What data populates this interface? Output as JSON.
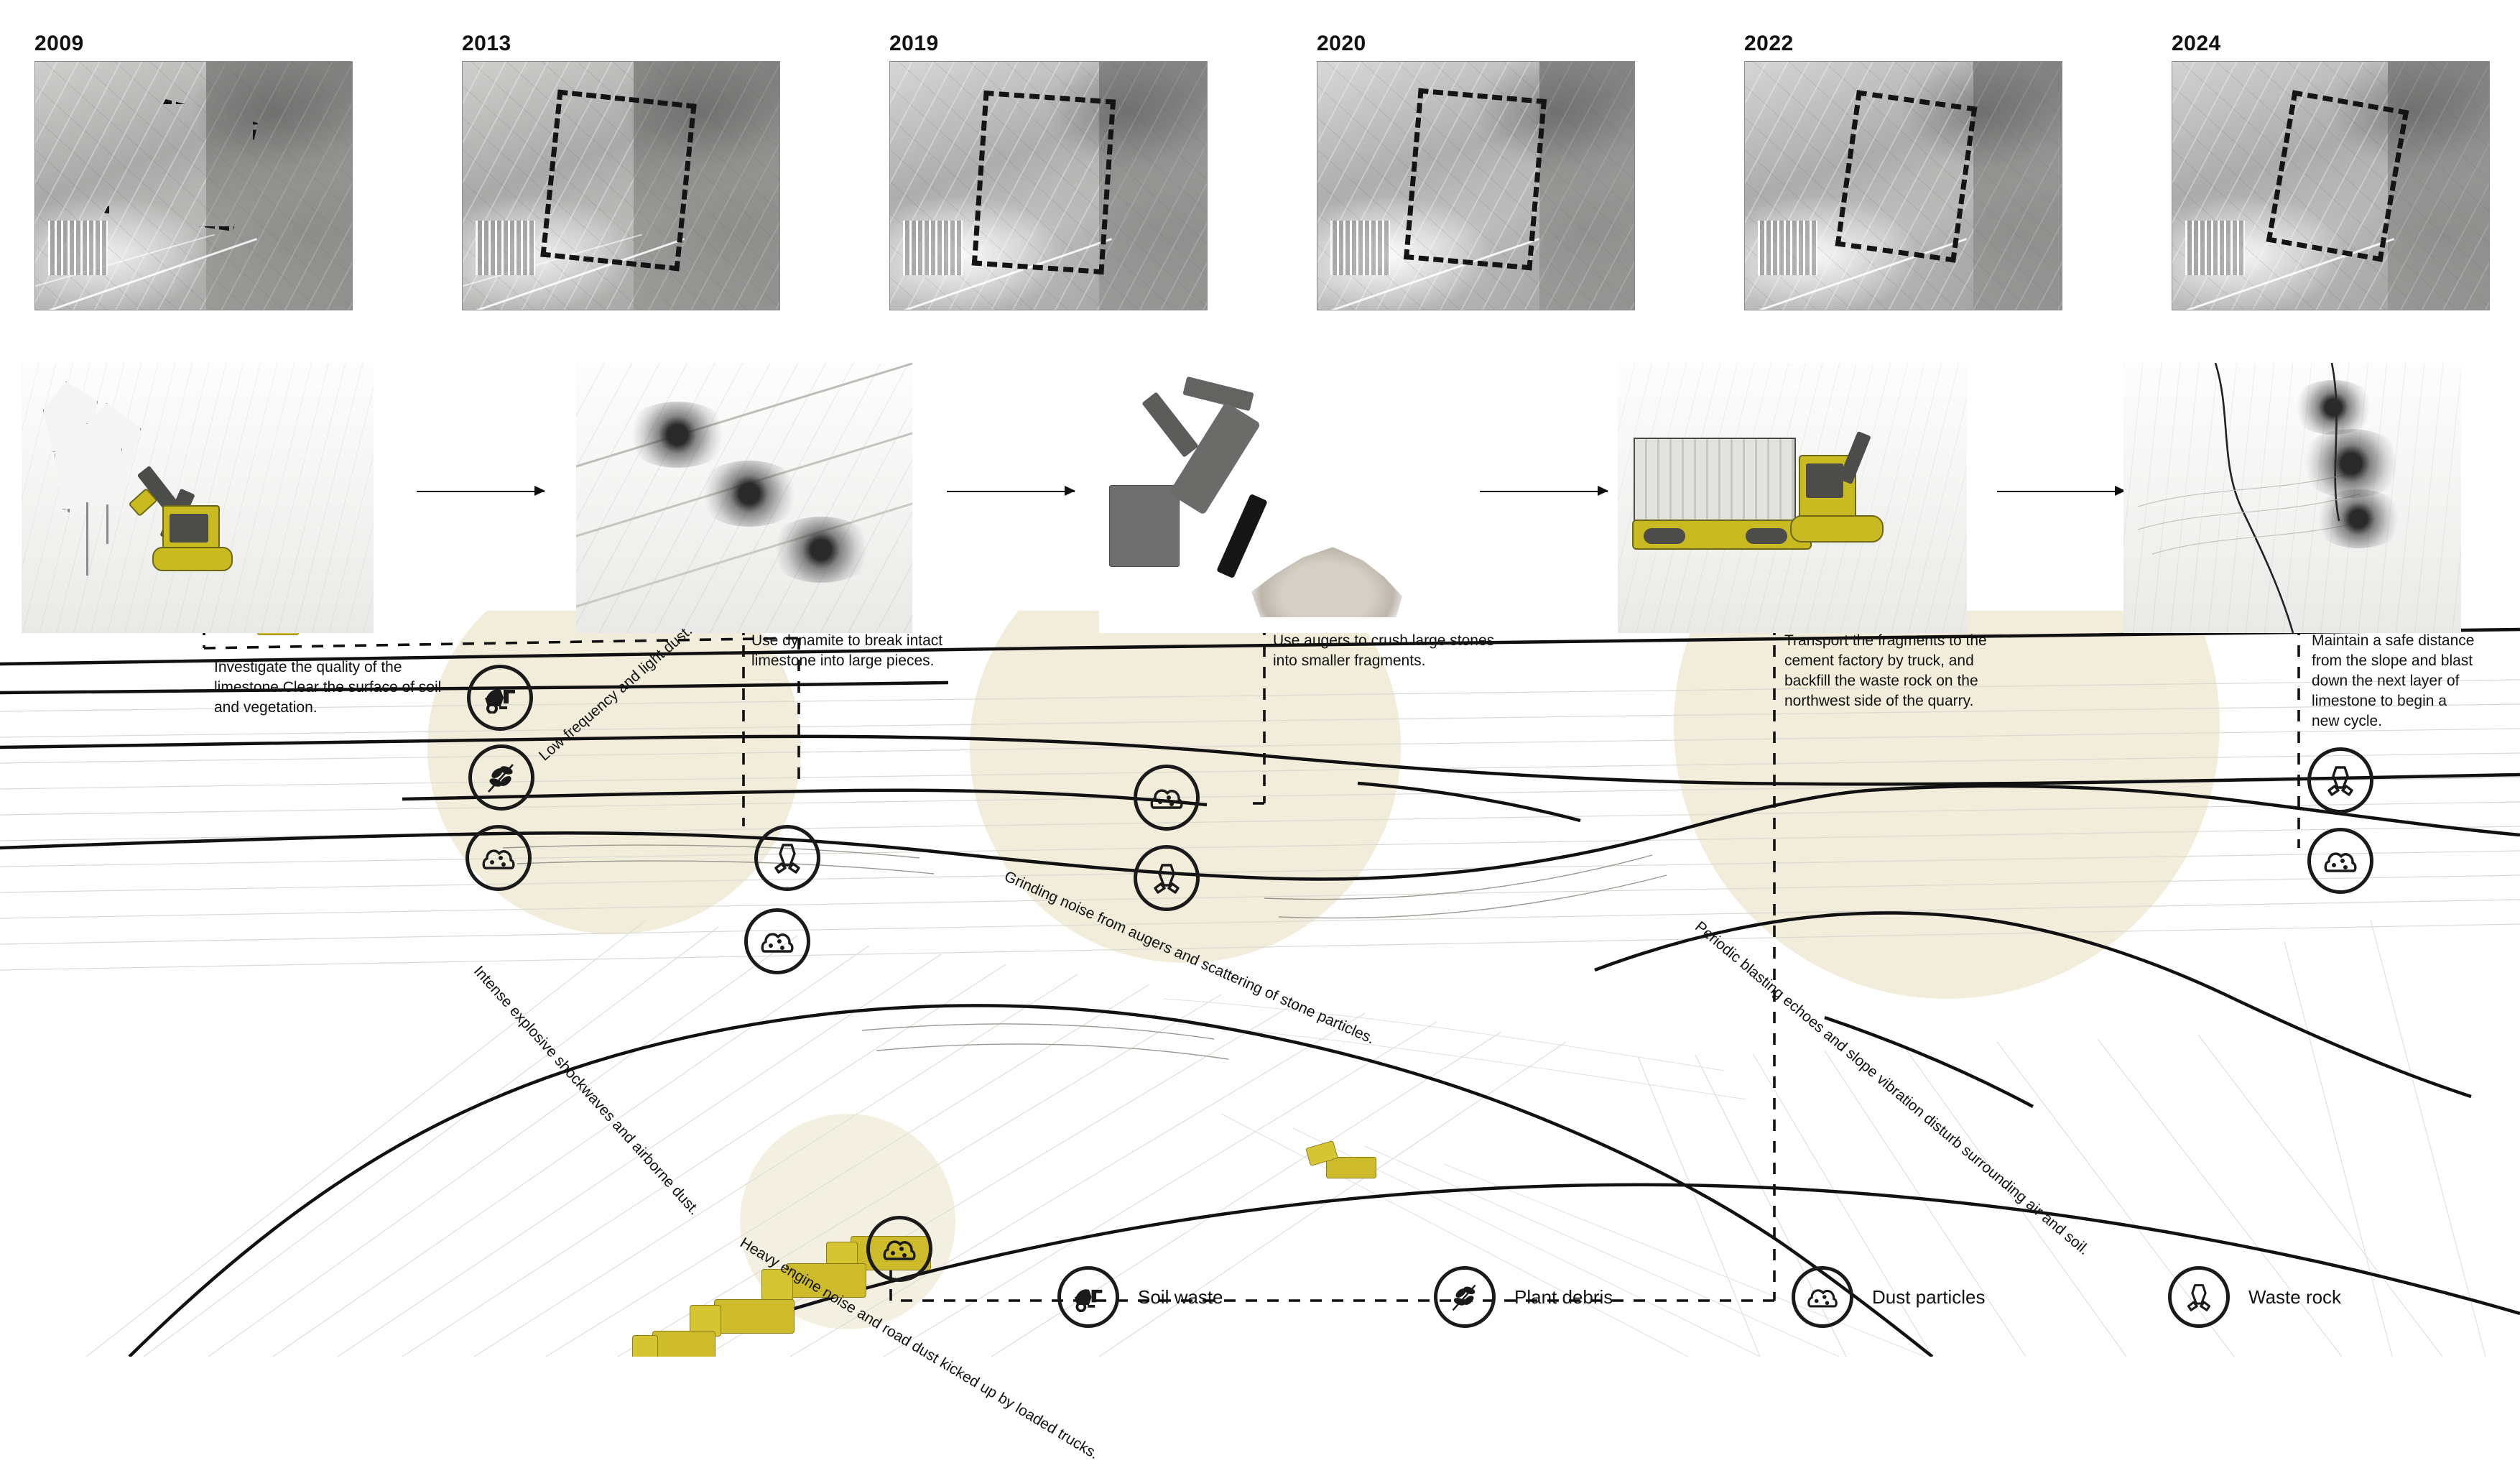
{
  "timeline": {
    "name": "quarry-satellite-timeline",
    "frames": [
      {
        "year": "2009"
      },
      {
        "year": "2013"
      },
      {
        "year": "2019"
      },
      {
        "year": "2020"
      },
      {
        "year": "2022"
      },
      {
        "year": "2024"
      }
    ]
  },
  "process": {
    "steps": [
      {
        "id": "survey-clear",
        "caption": "Investigate the quality of the\nlimestone.Clear the surface of soil\nand vegetation.",
        "image_alt": "excavator-clearing-trees"
      },
      {
        "id": "blast",
        "caption": "Use dynamite to break intact\nlimestone into large pieces.",
        "image_alt": "blast-marks-on-rock-face"
      },
      {
        "id": "auger-crush",
        "caption": "Use augers to crush large stones\ninto smaller fragments.",
        "image_alt": "hydraulic-breaker-on-rubble"
      },
      {
        "id": "transport-backfill",
        "caption": "Transport the fragments to the\ncement factory by truck, and\nbackfill the waste rock on the\nnorthwest side of the quarry.",
        "image_alt": "dump-truck-and-loader"
      },
      {
        "id": "next-cycle",
        "caption": "Maintain a safe distance\nfrom the slope and blast\ndown the next layer of\nlimestone to begin a\nnew cycle.",
        "image_alt": "contour-slope-with-blast-dust"
      }
    ],
    "arrow_label": "next-step-arrow"
  },
  "annotations": [
    {
      "id": "low-frequency-dust",
      "text": "Low-frequency and light dust."
    },
    {
      "id": "explosive-shockwaves",
      "text": "Intense explosive shockwaves and airborne dust."
    },
    {
      "id": "grinding-noise",
      "text": "Grinding noise from augers and scattering of stone particles."
    },
    {
      "id": "engine-noise-road-dust",
      "text": "Heavy engine noise and road dust kicked up by loaded trucks."
    },
    {
      "id": "blasting-echoes",
      "text": "Periodic blasting echoes and slope vibration disturb surrounding air and soil."
    }
  ],
  "legend": {
    "items": [
      {
        "icon": "soil-waste-icon",
        "label": "Soil waste"
      },
      {
        "icon": "plant-debris-icon",
        "label": "Plant debris"
      },
      {
        "icon": "dust-particles-icon",
        "label": "Dust particles"
      },
      {
        "icon": "waste-rock-icon",
        "label": "Waste rock"
      }
    ]
  },
  "colors": {
    "dust_plume": "#e9e2c3",
    "machine_yellow": "#cdbb2c",
    "ink": "#111111",
    "photo_gray": "#b9b9b6"
  }
}
